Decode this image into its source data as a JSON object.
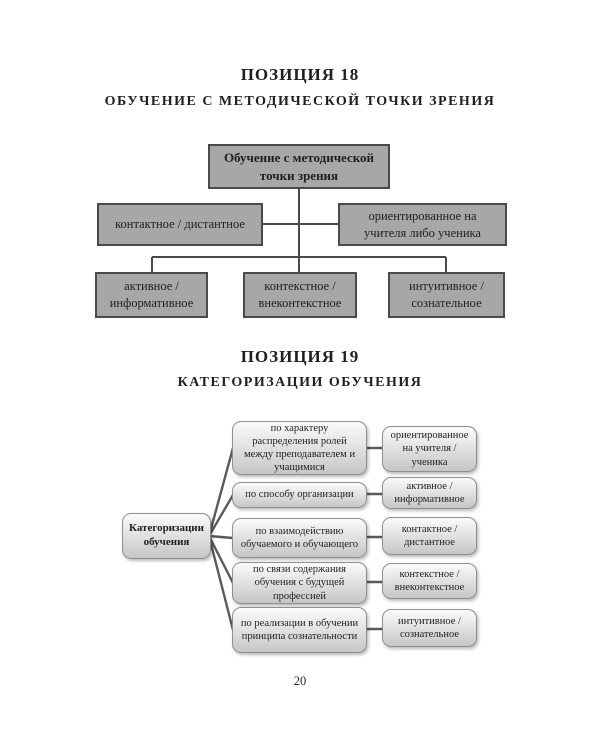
{
  "colors": {
    "text": "#1f1f1f",
    "box1-fill": "#a7a7a7",
    "box1-border": "#4a4a4a",
    "line1": "#4a4a4a",
    "box2-top": "#fbfbfb",
    "box2-bottom": "#c6c6c6",
    "box2-border": "#8f8f8f",
    "line2": "#5a5a5a"
  },
  "page": {
    "number": "20"
  },
  "section18": {
    "title": "ПОЗИЦИЯ 18",
    "subtitle": "ОБУЧЕНИЕ С МЕТОДИЧЕСКОЙ ТОЧКИ ЗРЕНИЯ",
    "diagram": {
      "root": "Обучение с методической точки зрения",
      "level2": [
        "контактное / дистантное",
        "ориентированное на учителя либо ученика"
      ],
      "level3": [
        "активное / информативное",
        "контекстное / внеконтекстное",
        "интуитивное / сознательное"
      ]
    }
  },
  "section19": {
    "title": "ПОЗИЦИЯ 19",
    "subtitle": "КАТЕГОРИЗАЦИИ ОБУЧЕНИЯ",
    "diagram": {
      "root": "Категоризации обучения",
      "branches": [
        {
          "criterion": "по характеру распределения ролей между преподавателем и учащимися",
          "result": "ориентированное на учителя / ученика"
        },
        {
          "criterion": "по способу организации",
          "result": "активное / информативное"
        },
        {
          "criterion": "по взаимодействию обучаемого и обучающего",
          "result": "контактное / дистантное"
        },
        {
          "criterion": "по связи содержания обучения с будущей профессией",
          "result": "контекстное / внеконтекстное"
        },
        {
          "criterion": "по реализации в обучении принципа сознательности",
          "result": "интуитивное / сознательное"
        }
      ]
    }
  }
}
